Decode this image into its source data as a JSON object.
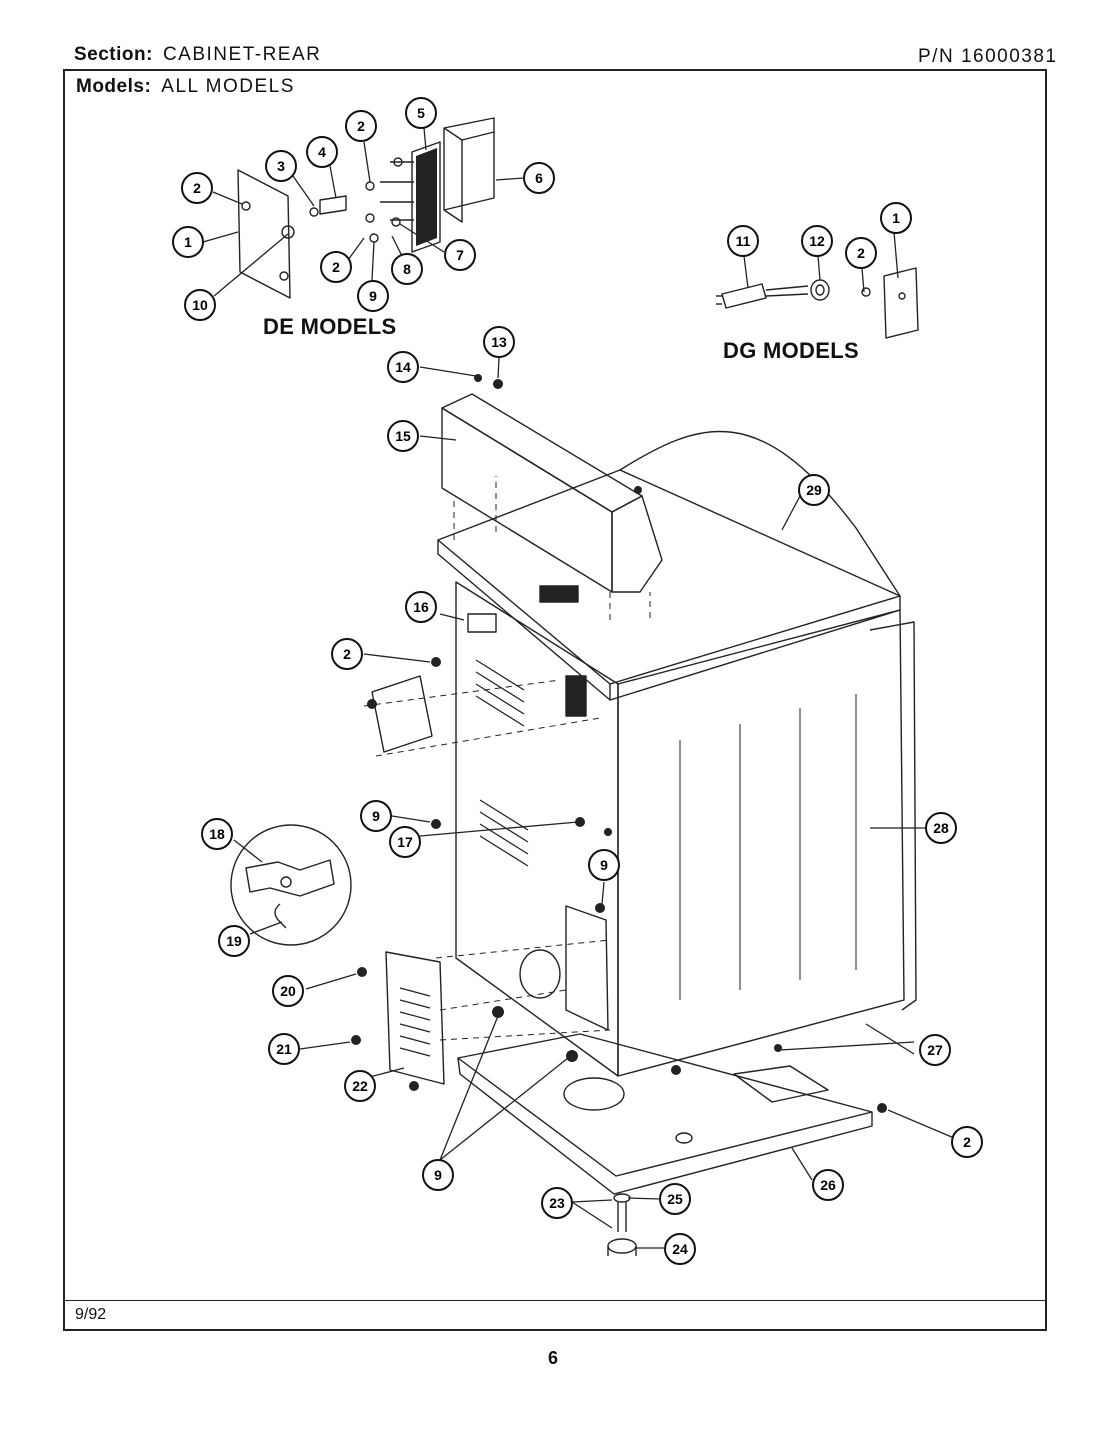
{
  "header": {
    "section_label": "Section:",
    "section_value": "CABINET-REAR",
    "models_label": "Models:",
    "models_value": "ALL MODELS",
    "part_number": "P/N 16000381"
  },
  "subtitles": {
    "de": "DE MODELS",
    "dg": "DG MODELS"
  },
  "footer": {
    "date": "9/92",
    "page": "6"
  },
  "callouts": {
    "de_1": "1",
    "de_2a": "2",
    "de_2b": "2",
    "de_2c": "2",
    "de_3": "3",
    "de_4": "4",
    "de_5": "5",
    "de_6": "6",
    "de_7": "7",
    "de_8": "8",
    "de_9": "9",
    "de_10": "10",
    "dg_11": "11",
    "dg_12": "12",
    "dg_2": "2",
    "dg_1": "1",
    "c13": "13",
    "c14": "14",
    "c15": "15",
    "c16": "16",
    "c2a": "2",
    "c9a": "9",
    "c17": "17",
    "c18": "18",
    "c19": "19",
    "c9b": "9",
    "c28": "28",
    "c29": "29",
    "c20": "20",
    "c21": "21",
    "c22": "22",
    "c9c": "9",
    "c27": "27",
    "c2b": "2",
    "c26": "26",
    "c23": "23",
    "c25": "25",
    "c24": "24"
  }
}
